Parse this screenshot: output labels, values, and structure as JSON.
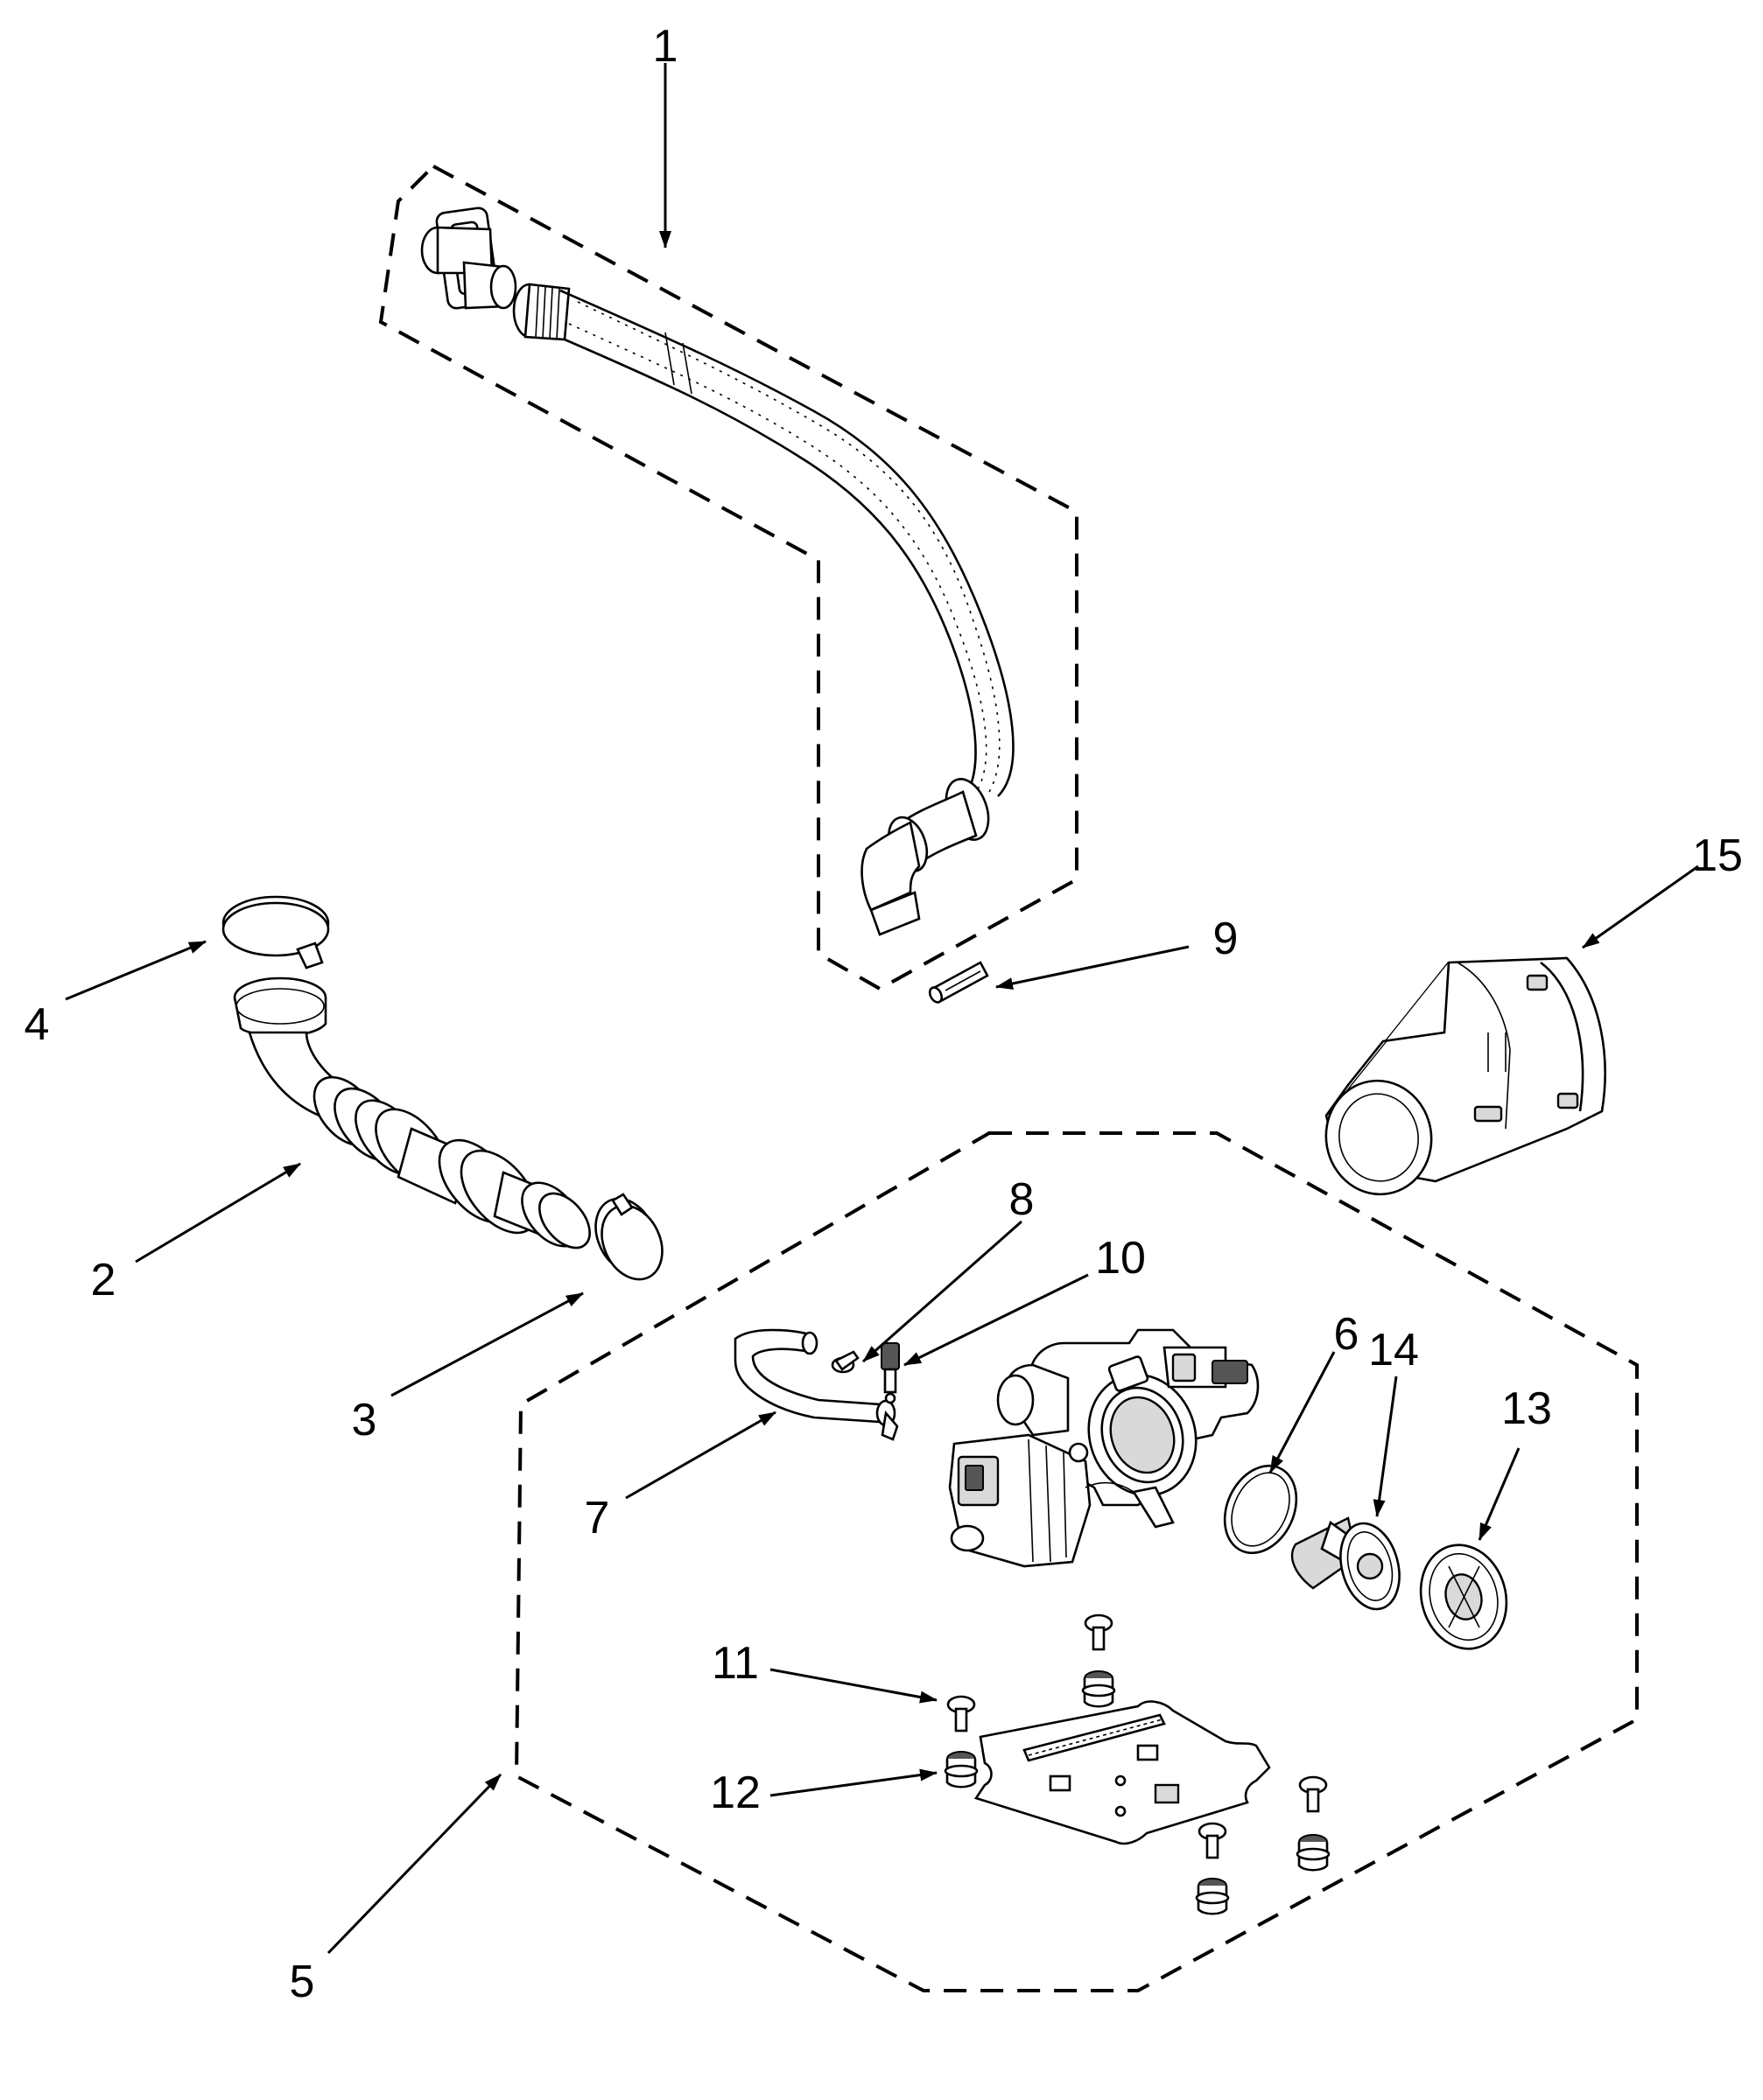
{
  "callouts": [
    {
      "id": "1",
      "text": "1"
    },
    {
      "id": "2",
      "text": "2"
    },
    {
      "id": "3",
      "text": "3"
    },
    {
      "id": "4",
      "text": "4"
    },
    {
      "id": "5",
      "text": "5"
    },
    {
      "id": "6",
      "text": "6"
    },
    {
      "id": "7",
      "text": "7"
    },
    {
      "id": "8",
      "text": "8"
    },
    {
      "id": "9",
      "text": "9"
    },
    {
      "id": "10",
      "text": "10"
    },
    {
      "id": "11",
      "text": "11"
    },
    {
      "id": "12",
      "text": "12"
    },
    {
      "id": "13",
      "text": "13"
    },
    {
      "id": "14",
      "text": "14"
    },
    {
      "id": "15",
      "text": "15"
    }
  ],
  "parts": [
    {
      "callout": "1",
      "kind": "drain-hose-assembly"
    },
    {
      "callout": "2",
      "kind": "sump-hose"
    },
    {
      "callout": "3",
      "kind": "hose-clamp"
    },
    {
      "callout": "4",
      "kind": "hose-clamp"
    },
    {
      "callout": "5",
      "kind": "pump-assembly"
    },
    {
      "callout": "6",
      "kind": "gasket-ring"
    },
    {
      "callout": "7",
      "kind": "bypass-hose"
    },
    {
      "callout": "8",
      "kind": "clip"
    },
    {
      "callout": "9",
      "kind": "pin"
    },
    {
      "callout": "10",
      "kind": "connector"
    },
    {
      "callout": "11",
      "kind": "screw"
    },
    {
      "callout": "12",
      "kind": "grommet"
    },
    {
      "callout": "13",
      "kind": "filter-cap"
    },
    {
      "callout": "14",
      "kind": "filter"
    },
    {
      "callout": "15",
      "kind": "filter-housing-cover"
    }
  ]
}
